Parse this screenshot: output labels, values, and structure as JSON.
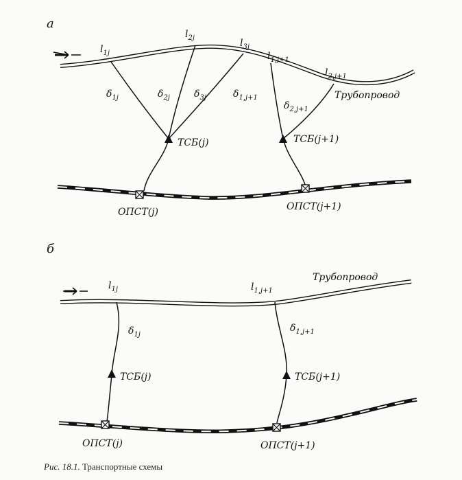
{
  "panel_a": {
    "letter": "а",
    "pipeline_label": "Трубопровод",
    "points": [
      {
        "l": "l",
        "sub": "1j"
      },
      {
        "l": "l",
        "sub": "2j"
      },
      {
        "l": "l",
        "sub": "3j"
      },
      {
        "l": "l",
        "sub": "1,j+1"
      },
      {
        "l": "l",
        "sub": "2,j+1"
      }
    ],
    "deltas": [
      {
        "d": "δ",
        "sub": "1j"
      },
      {
        "d": "δ",
        "sub": "2j"
      },
      {
        "d": "δ",
        "sub": "3j"
      },
      {
        "d": "δ",
        "sub": "1,j+1"
      },
      {
        "d": "δ",
        "sub": "2,j+1"
      }
    ],
    "tsb": [
      "ТСБ(j)",
      "ТСБ(j+1)"
    ],
    "opst": [
      "ОПСТ(j)",
      "ОПСТ(j+1)"
    ]
  },
  "panel_b": {
    "letter": "б",
    "pipeline_label": "Трубопровод",
    "points": [
      {
        "l": "l",
        "sub": "1j"
      },
      {
        "l": "l",
        "sub": "1,j+1"
      }
    ],
    "deltas": [
      {
        "d": "δ",
        "sub": "1j"
      },
      {
        "d": "δ",
        "sub": "1,j+1"
      }
    ],
    "tsb": [
      "ТСБ(j)",
      "ТСБ(j+1)"
    ],
    "opst": [
      "ОПСТ(j)",
      "ОПСТ(j+1)"
    ]
  },
  "caption": {
    "prefix": "Рис. 18.1.",
    "text": "Транспортные схемы"
  }
}
